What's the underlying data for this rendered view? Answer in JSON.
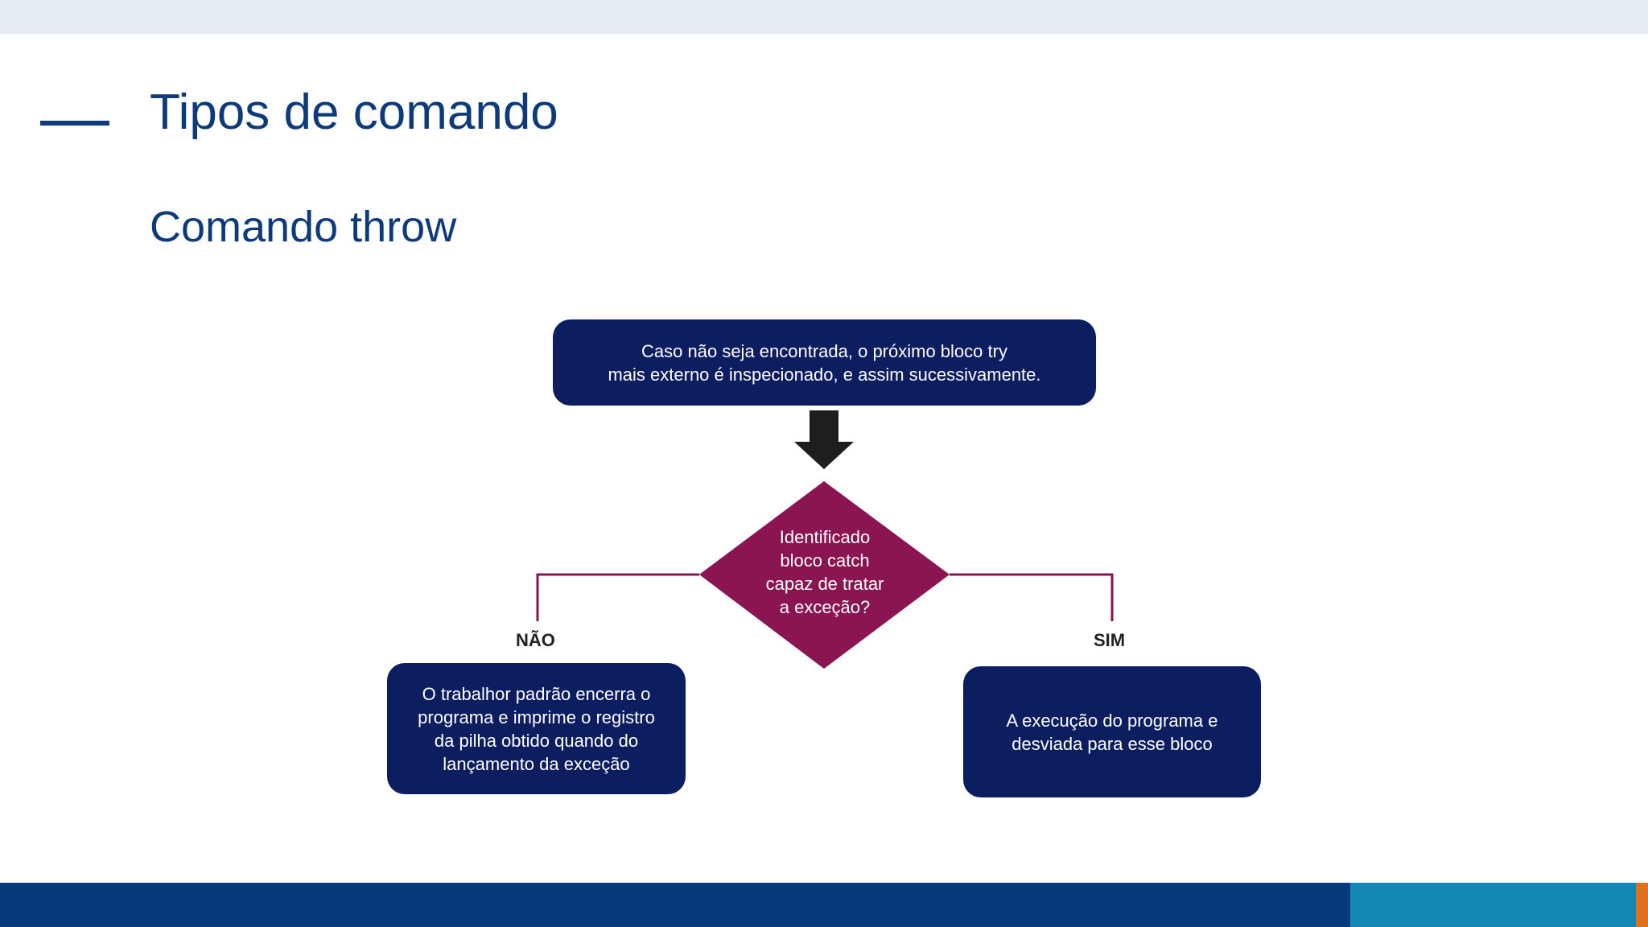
{
  "slide": {
    "title": "Tipos de comando",
    "subtitle": "Comando throw"
  },
  "diagram": {
    "top_box": "Caso não seja encontrada, o próximo bloco try\nmais externo é inspecionado, e assim sucessivamente.",
    "decision": "Identificado\nbloco catch\ncapaz de tratar\na exceção?",
    "no_label": "NÃO",
    "yes_label": "SIM",
    "no_box": "O trabalhor padrão encerra o\nprograma e imprime o registro\nda pilha obtido quando do\nlançamento da exceção",
    "yes_box": "A execução do programa e\ndesviada para esse bloco"
  },
  "colors": {
    "title": "#0c3a7a",
    "box_fill": "#0c1e5f",
    "decision_fill": "#8b1550",
    "connector": "#8b1550",
    "arrow": "#1e1e1e",
    "bottom_band": "#063a7a",
    "bottom_accent": "#1488b4",
    "bottom_orange": "#e0701e"
  }
}
